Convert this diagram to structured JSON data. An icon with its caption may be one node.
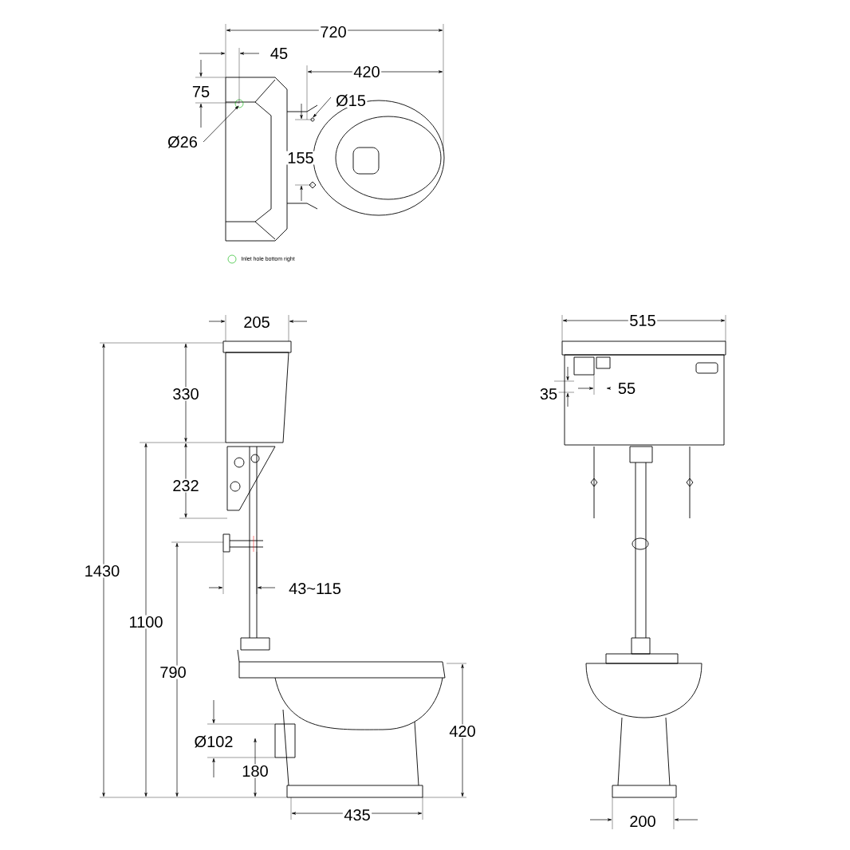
{
  "diagram": {
    "labels": [
      "720",
      "45",
      "420",
      "75",
      "Ø15",
      "Ø26",
      "155",
      "205",
      "515",
      "330",
      "35",
      "55",
      "232",
      "1430",
      "43~115",
      "1100",
      "790",
      "420",
      "Ø102",
      "180",
      "435",
      "200"
    ],
    "legend": [
      {
        "text": "Inlet hole bottom right"
      }
    ]
  }
}
